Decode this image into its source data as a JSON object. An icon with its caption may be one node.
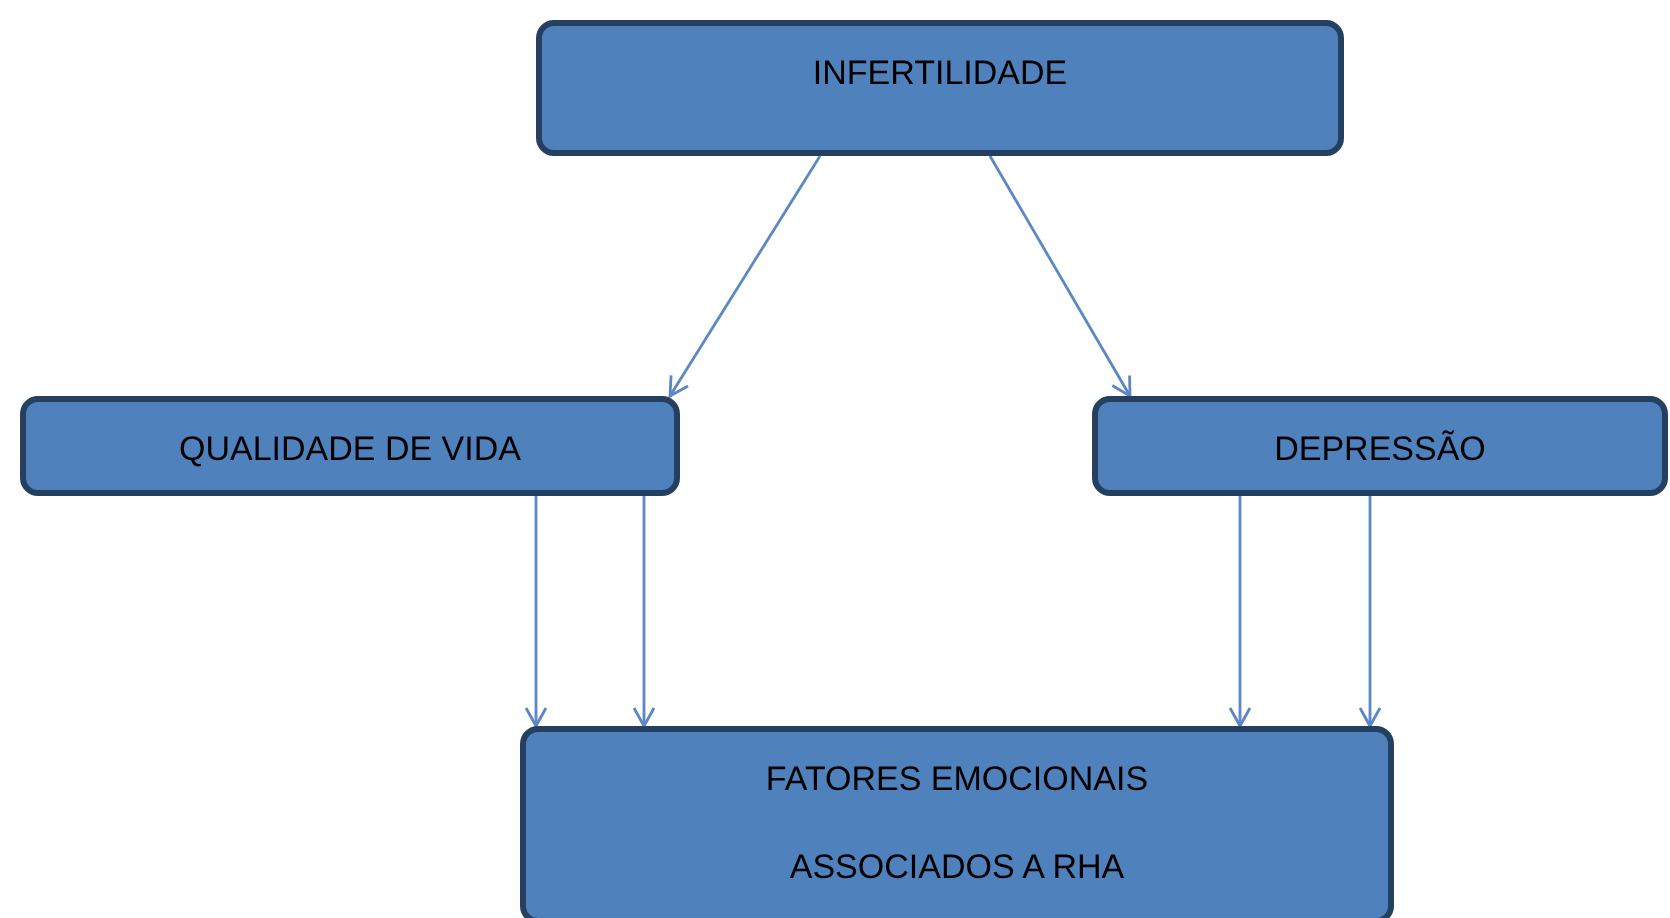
{
  "diagram": {
    "nodes": [
      {
        "text": [
          "INFERTILIDADE"
        ]
      },
      {
        "text": [
          "QUALIDADE DE VIDA"
        ]
      },
      {
        "text": [
          "DEPRESSÃO"
        ]
      },
      {
        "text": [
          "FATORES EMOCIONAIS",
          "ASSOCIADOS A RHA"
        ]
      }
    ],
    "edges": [
      {
        "from": 0,
        "to": 1,
        "arrow": "to"
      },
      {
        "from": 0,
        "to": 2,
        "arrow": "to"
      },
      {
        "from": 1,
        "to": 3,
        "arrow": "to"
      },
      {
        "from": 1,
        "to": 3,
        "arrow": "to"
      },
      {
        "from": 2,
        "to": 3,
        "arrow": "to"
      },
      {
        "from": 2,
        "to": 3,
        "arrow": "to"
      }
    ]
  }
}
